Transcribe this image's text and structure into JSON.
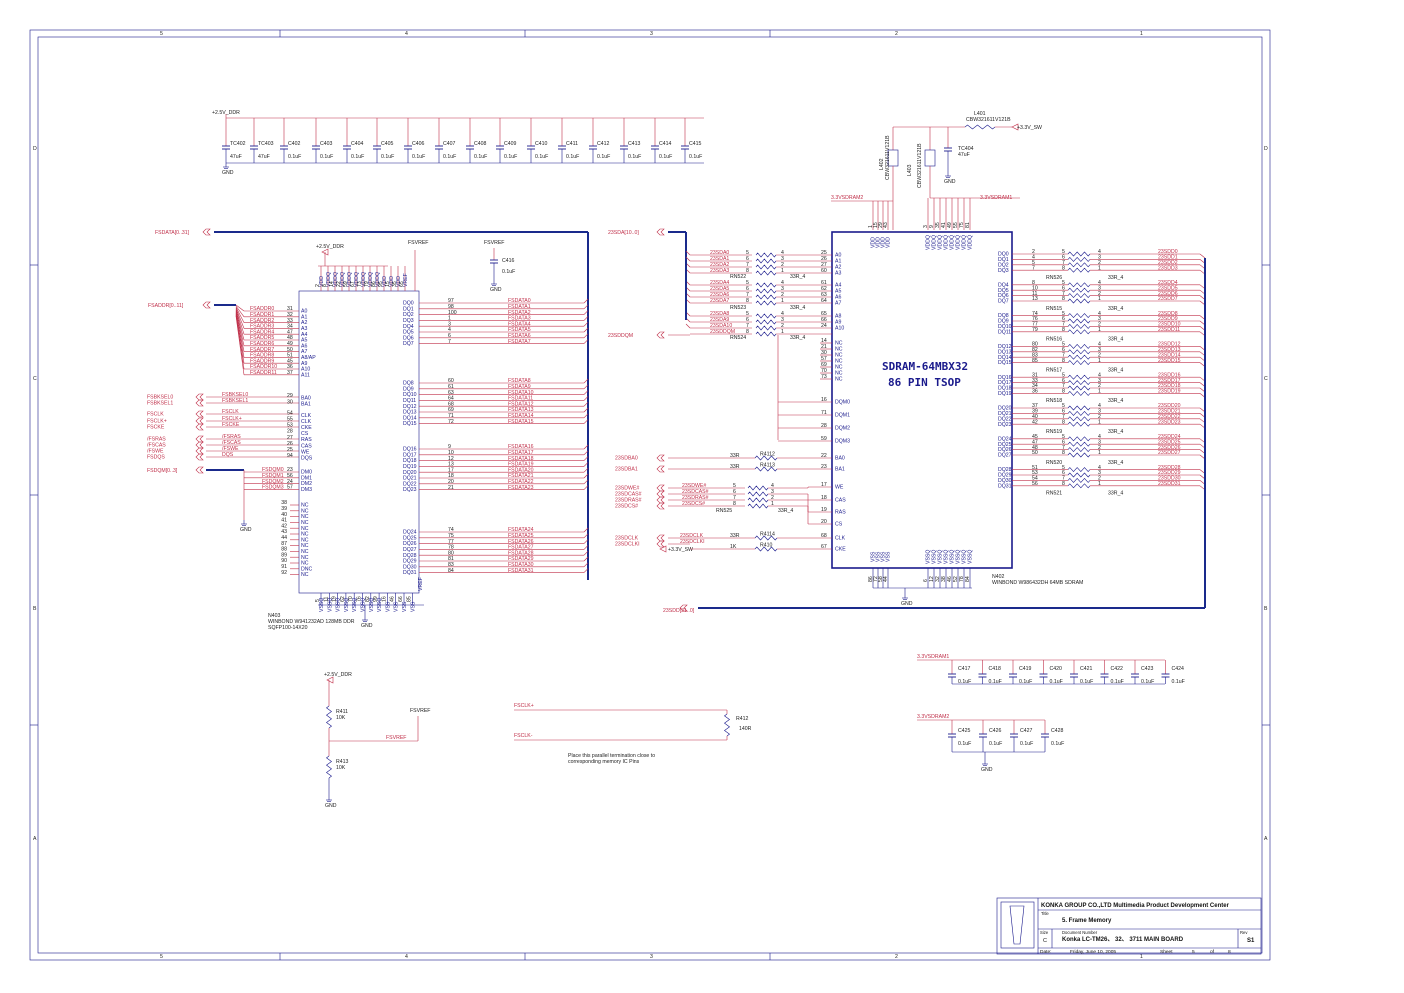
{
  "title_block": {
    "company": "KONKA GROUP CO.,LTD Multimedia Product Development Center",
    "title_label": "Title",
    "title": "5. Frame Memory",
    "size_label": "Size",
    "size": "C",
    "docnum_label": "Document Number",
    "docnum": "Konka LC-TM26、 32、 3711 MAIN BOARD",
    "rev_label": "Rev",
    "rev": "S1",
    "date_label": "Date:",
    "date": "Friday, June 10, 2005",
    "sheet_label": "Sheet",
    "sheet": "5",
    "of_label": "of",
    "total": "8"
  },
  "border": {
    "top_cols": [
      "5",
      "4",
      "3",
      "2",
      "1"
    ],
    "bottom_cols": [
      "5",
      "4",
      "3",
      "2",
      "1"
    ],
    "left_rows": [
      "D",
      "C",
      "B",
      "A"
    ],
    "right_rows": [
      "D",
      "C",
      "B",
      "A"
    ]
  },
  "caps_top": {
    "rail": "+2.5V_DDR",
    "gnd": "GND",
    "items": [
      {
        "ref": "TC402",
        "val": "47uF"
      },
      {
        "ref": "TC403",
        "val": "47uF"
      },
      {
        "ref": "C402",
        "val": "0.1uF"
      },
      {
        "ref": "C403",
        "val": "0.1uF"
      },
      {
        "ref": "C404",
        "val": "0.1uF"
      },
      {
        "ref": "C405",
        "val": "0.1uF"
      },
      {
        "ref": "C406",
        "val": "0.1uF"
      },
      {
        "ref": "C407",
        "val": "0.1uF"
      },
      {
        "ref": "C408",
        "val": "0.1uF"
      },
      {
        "ref": "C409",
        "val": "0.1uF"
      },
      {
        "ref": "C410",
        "val": "0.1uF"
      },
      {
        "ref": "C411",
        "val": "0.1uF"
      },
      {
        "ref": "C412",
        "val": "0.1uF"
      },
      {
        "ref": "C413",
        "val": "0.1uF"
      },
      {
        "ref": "C414",
        "val": "0.1uF"
      },
      {
        "ref": "C415",
        "val": "0.1uF"
      }
    ]
  },
  "power_right": {
    "l401_ref": "L401",
    "l401_val": "CBW321611V121B",
    "rail": "+3.3V_SW",
    "l402_ref": "L402",
    "l402_val": "CBW321611V121B",
    "l403_ref": "L403",
    "l403_val": "CBW321611V121B",
    "tc404_ref": "TC404",
    "tc404_val": "47uF",
    "gnd": "GND",
    "net_a": "3.3VSDRAM2",
    "net_b": "3.3VSDRAM1"
  },
  "n403": {
    "ref": "N403",
    "desc1": "WINBOND W941232AD 128MB DDR",
    "desc2": "SQFP100-14X20",
    "gnd": "GND",
    "rail": "+2.5V_DDR",
    "vref": "FSVREF",
    "c416_ref": "C416",
    "c416_val": "0.1uF",
    "c416_rail": "FSVREF",
    "c416_gnd": "GND",
    "left_gnd": "GND",
    "bus_data": "FSDATA[0..31]",
    "bus_addr": "FSADDR[0..11]",
    "bus_dqm": "FSDQM[0..3]",
    "addr_nets": [
      "FSADDR0",
      "FSADDR1",
      "FSADDR2",
      "FSADDR3",
      "FSADDR4",
      "FSADDR5",
      "FSADDR6",
      "FSADDR7",
      "FSADDR8",
      "FSADDR9",
      "FSADDR10",
      "FSADDR11"
    ],
    "addr_pins": [
      "A0",
      "A1",
      "A2",
      "A3",
      "A4",
      "A5",
      "A6",
      "A7",
      "A8/AP",
      "A9",
      "A10",
      "A11"
    ],
    "addr_nums": [
      "31",
      "32",
      "33",
      "34",
      "47",
      "48",
      "49",
      "50",
      "51",
      "45",
      "36",
      "37"
    ],
    "ctl_ext": [
      "FSBKSEL0",
      "FSBKSEL1",
      "FSCLK",
      "FSCLK+",
      "FSCKE",
      "/FSRAS",
      "/FSCAS",
      "/FSWE",
      "FSDQS"
    ],
    "ctl_nets": [
      "FSBKSEL0",
      "FSBKSEL1",
      "FSCLK",
      "FSCLK+",
      "FSCKE",
      "/FSRAS",
      "/FSCAS",
      "/FSWE",
      "DQS"
    ],
    "ctl_pins": [
      "BA0",
      "BA1",
      "CLK",
      "CLK",
      "CKE",
      "CS",
      "RAS",
      "CAS",
      "WE",
      "DQS"
    ],
    "ctl_nums": [
      "29",
      "30",
      "54",
      "55",
      "53",
      "28",
      "27",
      "26",
      "25",
      "94"
    ],
    "dm_nets": [
      "FSDQM0",
      "FSDQM1",
      "FSDQM2",
      "FSDQM3"
    ],
    "dm_pins": [
      "DM0",
      "DM1",
      "DM2",
      "DM3"
    ],
    "dm_nums": [
      "23",
      "56",
      "24",
      "57"
    ],
    "nc_nums": [
      "38",
      "39",
      "40",
      "41",
      "42",
      "43",
      "44",
      "87",
      "88",
      "89",
      "90",
      "91",
      "92"
    ],
    "nc_pins": [
      "NC",
      "NC",
      "NC",
      "NC",
      "NC",
      "NC",
      "NC",
      "NC",
      "NC",
      "NC",
      "NC",
      "DNC",
      "NC"
    ],
    "dq_pins": [
      "DQ0",
      "DQ1",
      "DQ2",
      "DQ3",
      "DQ4",
      "DQ5",
      "DQ6",
      "DQ7",
      "DQ8",
      "DQ9",
      "DQ10",
      "DQ11",
      "DQ12",
      "DQ13",
      "DQ14",
      "DQ15",
      "DQ16",
      "DQ17",
      "DQ18",
      "DQ19",
      "DQ20",
      "DQ21",
      "DQ22",
      "DQ23",
      "DQ24",
      "DQ25",
      "DQ26",
      "DQ27",
      "DQ28",
      "DQ29",
      "DQ30",
      "DQ31"
    ],
    "dq_nums": [
      "97",
      "98",
      "100",
      "1",
      "3",
      "4",
      "6",
      "7",
      "60",
      "61",
      "63",
      "64",
      "68",
      "69",
      "71",
      "72",
      "9",
      "10",
      "12",
      "13",
      "17",
      "18",
      "20",
      "21",
      "74",
      "75",
      "77",
      "78",
      "80",
      "81",
      "83",
      "84"
    ],
    "dq_nets": [
      "FSDATA0",
      "FSDATA1",
      "FSDATA2",
      "FSDATA3",
      "FSDATA4",
      "FSDATA5",
      "FSDATA6",
      "FSDATA7",
      "FSDATA8",
      "FSDATA9",
      "FSDATA10",
      "FSDATA11",
      "FSDATA12",
      "FSDATA13",
      "FSDATA14",
      "FSDATA15",
      "FSDATA16",
      "FSDATA17",
      "FSDATA18",
      "FSDATA19",
      "FSDATA20",
      "FSDATA21",
      "FSDATA22",
      "FSDATA23",
      "FSDATA24",
      "FSDATA25",
      "FSDATA26",
      "FSDATA27",
      "FSDATA28",
      "FSDATA29",
      "FSDATA30",
      "FSDATA31"
    ],
    "vdd_pins": [
      "VDD",
      "VDDQ",
      "VDDQ",
      "VDDQ",
      "VDDQ",
      "VDDQ",
      "VDDQ",
      "VDDQ",
      "VDDQ",
      "VDD",
      "VDD",
      "VDD",
      "VREF"
    ],
    "vdd_nums": [
      "2",
      "8",
      "14",
      "22",
      "59",
      "67",
      "73",
      "79",
      "86",
      "95",
      "15",
      "35",
      "65"
    ],
    "vss_pins": [
      "VSSQ",
      "VSSQ",
      "VSSQ",
      "VSSQ",
      "VSSQ",
      "VSSQ",
      "VSSQ",
      "VSSQ",
      "VSS",
      "VSS",
      "VSS",
      "VSS"
    ],
    "vss_nums": [
      "5",
      "11",
      "19",
      "62",
      "70",
      "76",
      "82",
      "99",
      "16",
      "46",
      "66",
      "85"
    ],
    "vref_pin": "VREF"
  },
  "n402": {
    "ref": "N402",
    "desc": "WINBOND W986432DH 64MB SDRAM",
    "label1": "SDRAM-64MBX32",
    "label2": "86 PIN TSOP",
    "gnd": "GND",
    "bus_addr": "23SDA[10..0]",
    "bus_dq": "23SDD[31..0]",
    "dqm_net": "23SDDQM",
    "a_pins": [
      "A0",
      "A1",
      "A2",
      "A3",
      "A4",
      "A5",
      "A6",
      "A7",
      "A8",
      "A9",
      "A10"
    ],
    "a_nums": [
      "25",
      "26",
      "27",
      "60",
      "61",
      "62",
      "63",
      "64",
      "65",
      "66",
      "24"
    ],
    "a_nets": [
      "23SDA0",
      "23SDA1",
      "23SDA2",
      "23SDA3",
      "23SDA4",
      "23SDA5",
      "23SDA6",
      "23SDA7",
      "23SDA8",
      "23SDA9",
      "23SDA10",
      "23SDDQM"
    ],
    "rn_left": [
      "RN522",
      "RN523",
      "RN524"
    ],
    "rn_val": "33R_4",
    "rn_pins_l": [
      "5",
      "6",
      "7",
      "8"
    ],
    "rn_pins_r": [
      "4",
      "3",
      "2",
      "1"
    ],
    "nc_nums": [
      "14",
      "21",
      "30",
      "57",
      "69",
      "70",
      "73"
    ],
    "nc_pin": "NC",
    "dqm_pins": [
      "DQM0",
      "DQM1",
      "DQM2",
      "DQM3"
    ],
    "dqm_nums": [
      "16",
      "71",
      "28",
      "59"
    ],
    "ba_nets": [
      "23SDBA0",
      "23SDBA1"
    ],
    "ba_pins": [
      "BA0",
      "BA1"
    ],
    "ba_nums": [
      "22",
      "23"
    ],
    "ba_res": [
      "R4112",
      "R4113"
    ],
    "r33": "33R",
    "ctl_nets": [
      "23SDWE#",
      "23SDCAS#",
      "23SDRAS#",
      "23SDCS#"
    ],
    "ctl_pins": [
      "WE",
      "CAS",
      "RAS",
      "CS"
    ],
    "ctl_nums": [
      "17",
      "18",
      "19",
      "20"
    ],
    "rn525": "RN525",
    "clk_nets": [
      "23SDCLK",
      "23SDCLKI"
    ],
    "clk_pin": "CLK",
    "clk_num": "68",
    "clk_res": "R4114",
    "cke_pin": "CKE",
    "cke_num": "67",
    "cke_res": "R410",
    "cke_val": "1K",
    "cke_rail": "+3.3V_SW",
    "dq_pins": [
      "DQ0",
      "DQ1",
      "DQ2",
      "DQ3",
      "DQ4",
      "DQ5",
      "DQ6",
      "DQ7",
      "DQ8",
      "DQ9",
      "DQ10",
      "DQ11",
      "DQ12",
      "DQ13",
      "DQ14",
      "DQ15",
      "DQ16",
      "DQ17",
      "DQ18",
      "DQ19",
      "DQ20",
      "DQ21",
      "DQ22",
      "DQ23",
      "DQ24",
      "DQ25",
      "DQ26",
      "DQ27",
      "DQ28",
      "DQ29",
      "DQ30",
      "DQ31"
    ],
    "dq_nums": [
      "2",
      "4",
      "5",
      "7",
      "8",
      "10",
      "11",
      "13",
      "74",
      "76",
      "77",
      "79",
      "80",
      "82",
      "83",
      "85",
      "31",
      "33",
      "34",
      "36",
      "37",
      "39",
      "40",
      "42",
      "45",
      "47",
      "48",
      "50",
      "51",
      "53",
      "54",
      "56"
    ],
    "dq_nets": [
      "23SDD0",
      "23SDD1",
      "23SDD2",
      "23SDD3",
      "23SDD4",
      "23SDD5",
      "23SDD6",
      "23SDD7",
      "23SDD8",
      "23SDD9",
      "23SDD10",
      "23SDD11",
      "23SDD12",
      "23SDD13",
      "23SDD14",
      "23SDD15",
      "23SDD16",
      "23SDD17",
      "23SDD18",
      "23SDD19",
      "23SDD20",
      "23SDD21",
      "23SDD22",
      "23SDD23",
      "23SDD24",
      "23SDD25",
      "23SDD26",
      "23SDD27",
      "23SDD28",
      "23SDD29",
      "23SDD30",
      "23SDD31"
    ],
    "rn_right": [
      "RN526",
      "RN515",
      "RN516",
      "RN517",
      "RN518",
      "RN519",
      "RN520",
      "RN521"
    ],
    "vdd_top_nums": [
      "1",
      "15",
      "29",
      "43"
    ],
    "vddq_top_nums": [
      "3",
      "9",
      "35",
      "41",
      "49",
      "55",
      "75",
      "81"
    ],
    "vss_bot_nums": [
      "86",
      "72",
      "58",
      "44"
    ],
    "vssq_bot_nums": [
      "6",
      "12",
      "32",
      "38",
      "46",
      "52",
      "78",
      "84"
    ],
    "vdd_pin": "VDD",
    "vddq_pin": "VDDQ",
    "vss_pin": "VSS",
    "vssq_pin": "VSSQ"
  },
  "caps_right": {
    "net1": "3.3VSDRAM1",
    "net2": "3.3VSDRAM2",
    "gnd": "GND",
    "row1": [
      {
        "ref": "C417",
        "val": "0.1uF"
      },
      {
        "ref": "C418",
        "val": "0.1uF"
      },
      {
        "ref": "C419",
        "val": "0.1uF"
      },
      {
        "ref": "C420",
        "val": "0.1uF"
      },
      {
        "ref": "C421",
        "val": "0.1uF"
      },
      {
        "ref": "C422",
        "val": "0.1uF"
      },
      {
        "ref": "C423",
        "val": "0.1uF"
      },
      {
        "ref": "C424",
        "val": "0.1uF"
      }
    ],
    "row2": [
      {
        "ref": "C425",
        "val": "0.1uF"
      },
      {
        "ref": "C426",
        "val": "0.1uF"
      },
      {
        "ref": "C427",
        "val": "0.1uF"
      },
      {
        "ref": "C428",
        "val": "0.1uF"
      }
    ]
  },
  "vref_div": {
    "rail": "+2.5V_DDR",
    "r_top": "R411",
    "r_top_val": "10K",
    "r_bot": "R413",
    "r_bot_val": "10K",
    "net": "FSVREF",
    "vref_label": "FSVREF",
    "gnd": "GND"
  },
  "term": {
    "net_a": "FSCLK+",
    "net_b": "FSCLK-",
    "ref": "R412",
    "val": "140R",
    "note1": "Place this parallel termination close to",
    "note2": "corresponding memory IC Pins"
  }
}
